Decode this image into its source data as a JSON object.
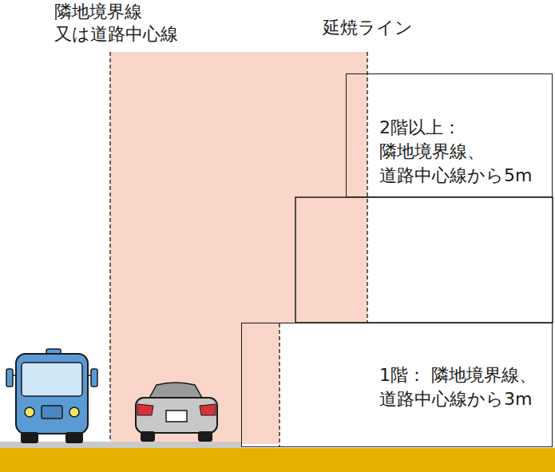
{
  "diagram": {
    "nodes": [
      {
        "text": [
          "2階以上： 隣地境界線、 道路中心線から5m"
        ]
      },
      {
        "text": [
          "1階： 隣地境界線、 道路中心線から3m"
        ]
      }
    ],
    "labels": [
      "隣地境界線 又は道路中心線",
      "延焼ライン"
    ]
  }
}
